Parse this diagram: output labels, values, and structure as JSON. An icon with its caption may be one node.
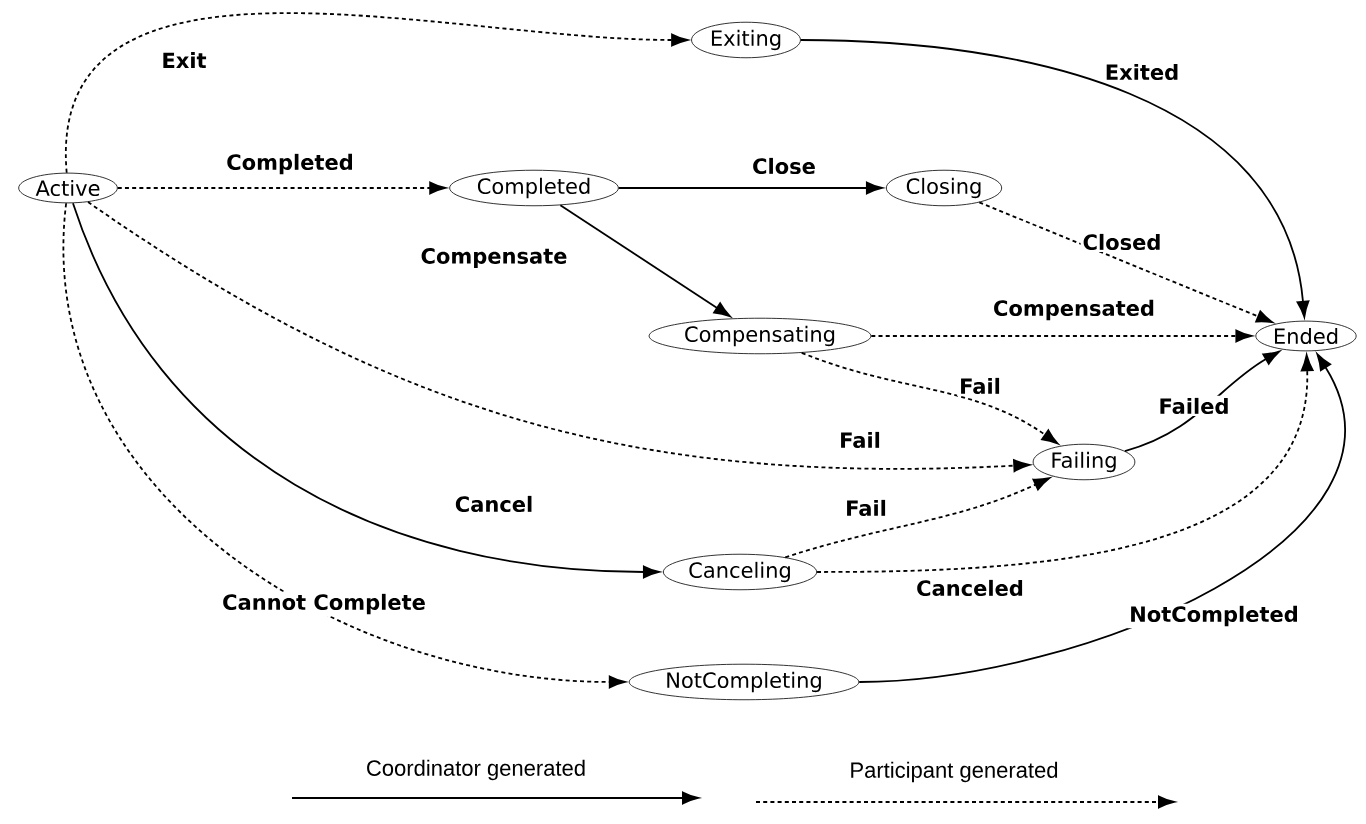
{
  "diagram": {
    "nodes": [
      {
        "text": [
          "Active"
        ]
      },
      {
        "text": [
          "Exiting"
        ]
      },
      {
        "text": [
          "Completed"
        ]
      },
      {
        "text": [
          "Closing"
        ]
      },
      {
        "text": [
          "Compensating"
        ]
      },
      {
        "text": [
          "Ended"
        ]
      },
      {
        "text": [
          "Failing"
        ]
      },
      {
        "text": [
          "Canceling"
        ]
      },
      {
        "text": [
          "NotCompleting"
        ]
      }
    ],
    "edges": [
      {
        "from": 0,
        "to": 1,
        "arrow": "to",
        "label": "Exit",
        "style": "dashed"
      },
      {
        "from": 1,
        "to": 5,
        "arrow": "to",
        "label": "Exited"
      },
      {
        "from": 0,
        "to": 2,
        "arrow": "to",
        "label": "Completed",
        "style": "dashed"
      },
      {
        "from": 2,
        "to": 3,
        "arrow": "to",
        "label": "Close"
      },
      {
        "from": 2,
        "to": 4,
        "arrow": "to",
        "label": "Compensate"
      },
      {
        "from": 3,
        "to": 5,
        "arrow": "to",
        "label": "Closed",
        "style": "dashed"
      },
      {
        "from": 4,
        "to": 5,
        "arrow": "to",
        "label": "Compensated",
        "style": "dashed"
      },
      {
        "from": 4,
        "to": 6,
        "arrow": "to",
        "label": "Fail",
        "style": "dashed"
      },
      {
        "from": 0,
        "to": 6,
        "arrow": "to",
        "label": "Fail",
        "style": "dashed"
      },
      {
        "from": 0,
        "to": 7,
        "arrow": "to",
        "label": "Cancel"
      },
      {
        "from": 7,
        "to": 6,
        "arrow": "to",
        "label": "Fail",
        "style": "dashed"
      },
      {
        "from": 6,
        "to": 5,
        "arrow": "to",
        "label": "Failed"
      },
      {
        "from": 7,
        "to": 5,
        "arrow": "to",
        "label": "Canceled",
        "style": "dashed"
      },
      {
        "from": 0,
        "to": 8,
        "arrow": "to",
        "label": "Cannot Complete",
        "style": "dashed"
      },
      {
        "from": 8,
        "to": 5,
        "arrow": "to",
        "label": "NotCompleted"
      }
    ],
    "legend": [
      {
        "text": "Coordinator generated"
      },
      {
        "text": "Participant generated"
      }
    ]
  }
}
